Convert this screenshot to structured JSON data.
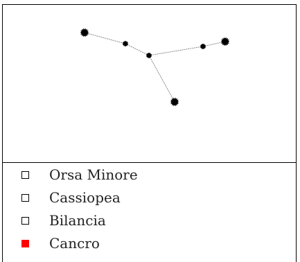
{
  "constellation": {
    "stars": [
      "star",
      "star",
      "star",
      "star",
      "star",
      "star"
    ],
    "line_color": "#888888",
    "star_color": "#000000"
  },
  "options": [
    {
      "label": "Orsa Minore",
      "checked": false
    },
    {
      "label": "Cassiopea",
      "checked": false
    },
    {
      "label": "Bilancia",
      "checked": false
    },
    {
      "label": "Cancro",
      "checked": true
    }
  ],
  "colors": {
    "selected": "#ff0000",
    "unselected_border": "#000000"
  }
}
